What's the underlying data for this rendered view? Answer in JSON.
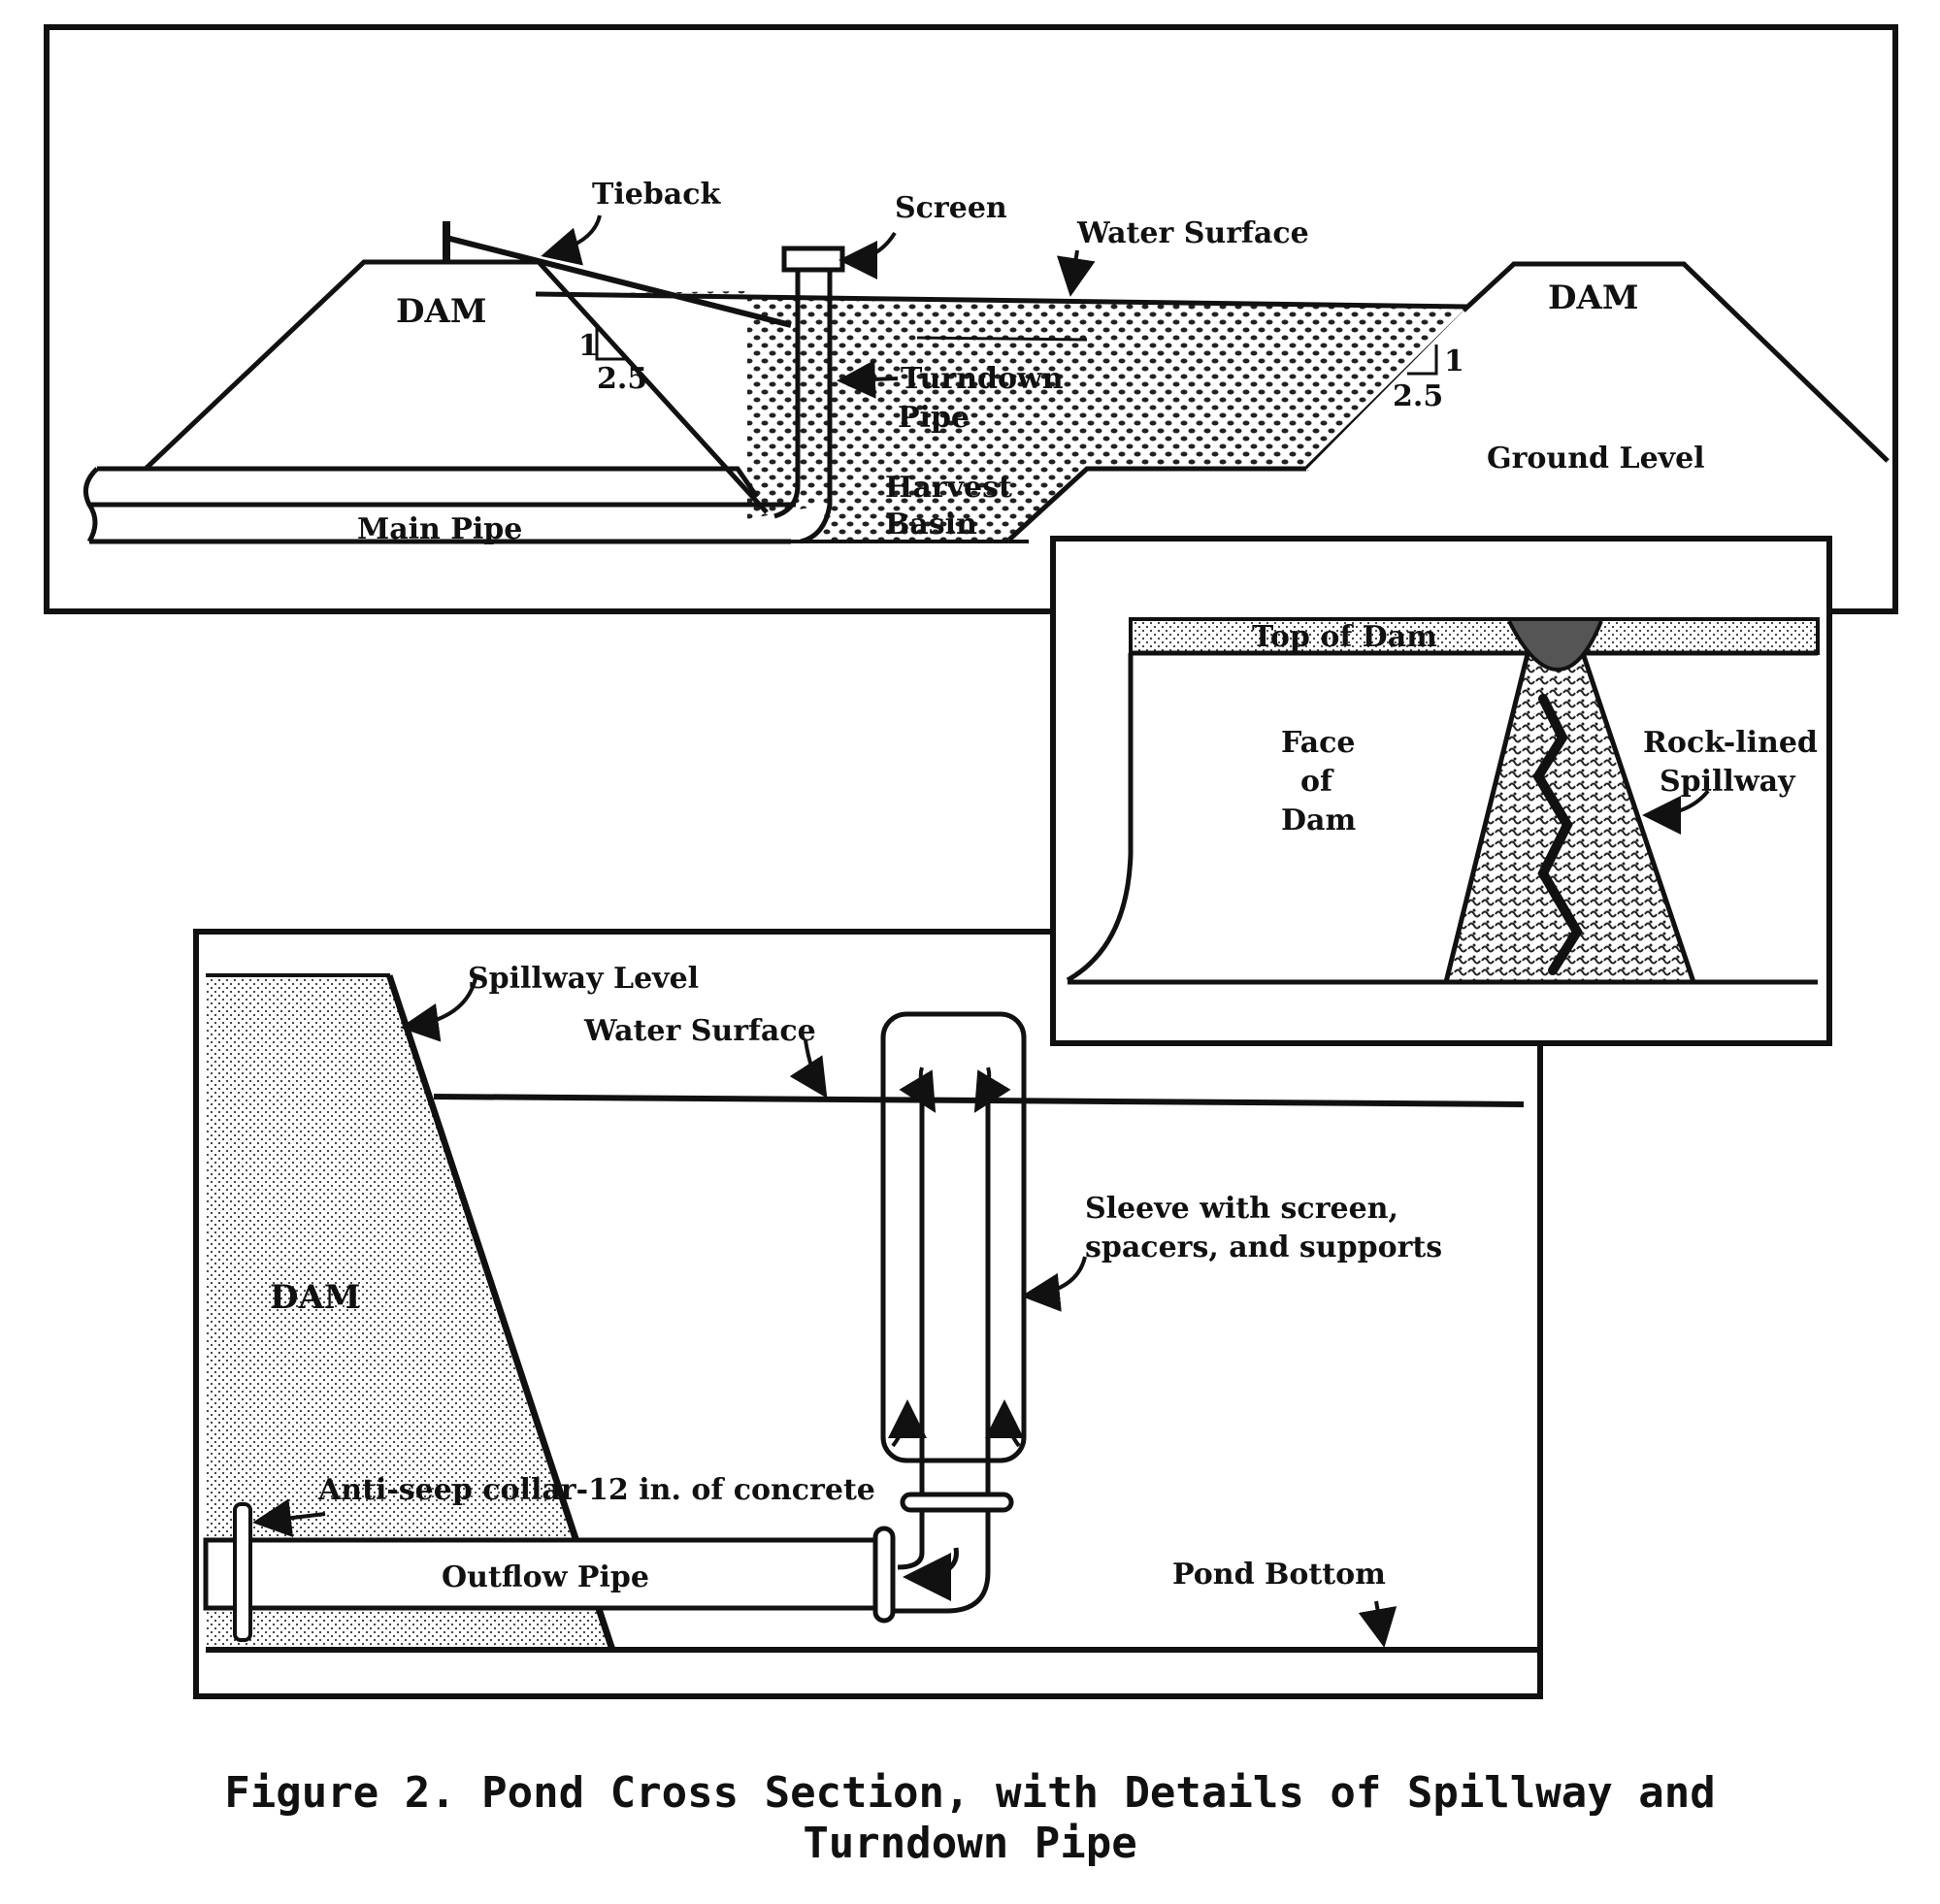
{
  "diagram": {
    "top_panel": {
      "labels": {
        "tieback": "Tieback",
        "screen": "Screen",
        "water_surface": "Water Surface",
        "dam_left": "DAM",
        "dam_right": "DAM",
        "slope_rise_left": "1",
        "slope_run_left": "2.5",
        "slope_rise_right": "1",
        "slope_run_right": "2.5",
        "turndown_line1": "Turndown",
        "turndown_line2": "Pipe",
        "harvest_line1": "Harvest",
        "harvest_line2": "Basin",
        "ground_level": "Ground Level",
        "main_pipe": "Main Pipe"
      }
    },
    "spillway_panel": {
      "labels": {
        "top_of_dam": "Top of Dam",
        "face_line1": "Face",
        "face_line2": "of",
        "face_line3": "Dam",
        "rock_line1": "Rock-lined",
        "rock_line2": "Spillway"
      }
    },
    "turndown_panel": {
      "labels": {
        "spillway_level": "Spillway Level",
        "water_surface": "Water Surface",
        "sleeve_line1": "Sleeve with screen,",
        "sleeve_line2": "spacers, and supports",
        "dam": "DAM",
        "anti_seep": "Anti-seep collar-12 in. of concrete",
        "outflow_pipe": "Outflow Pipe",
        "pond_bottom": "Pond Bottom"
      }
    }
  },
  "caption": {
    "line1": "Figure 2. Pond Cross Section, with Details of Spillway and",
    "line2": "Turndown Pipe"
  }
}
